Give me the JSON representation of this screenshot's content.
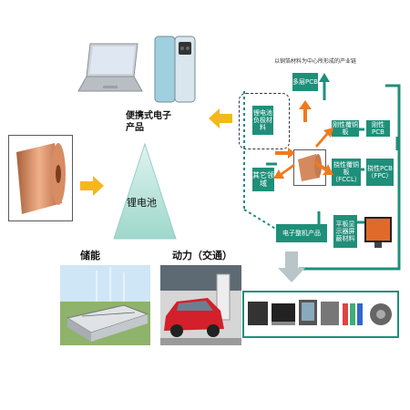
{
  "labels": {
    "portable": "便携式电子产品",
    "battery": "锂电池",
    "storage": "储能",
    "power": "动力（交通）",
    "chain_title": "以铜箔材料为中心所形成的产业链"
  },
  "boxes": {
    "multilayer_pcb": "多层PCB",
    "battery_anode": "锂电池负极材料",
    "rigid_ccl": "刚性覆铜板",
    "rigid_pcb": "刚性PCB",
    "other_fields": "其它领域",
    "flex_ccl": "挠性覆铜板（FCCL）",
    "flex_pcb": "挠性PCB（FPC）",
    "panel_display": "平板显示器屏蔽材料",
    "electronics": "电子整机产品"
  },
  "colors": {
    "teal": "#1f8f7a",
    "orange": "#f07a1e",
    "yellow": "#f5b81c"
  }
}
